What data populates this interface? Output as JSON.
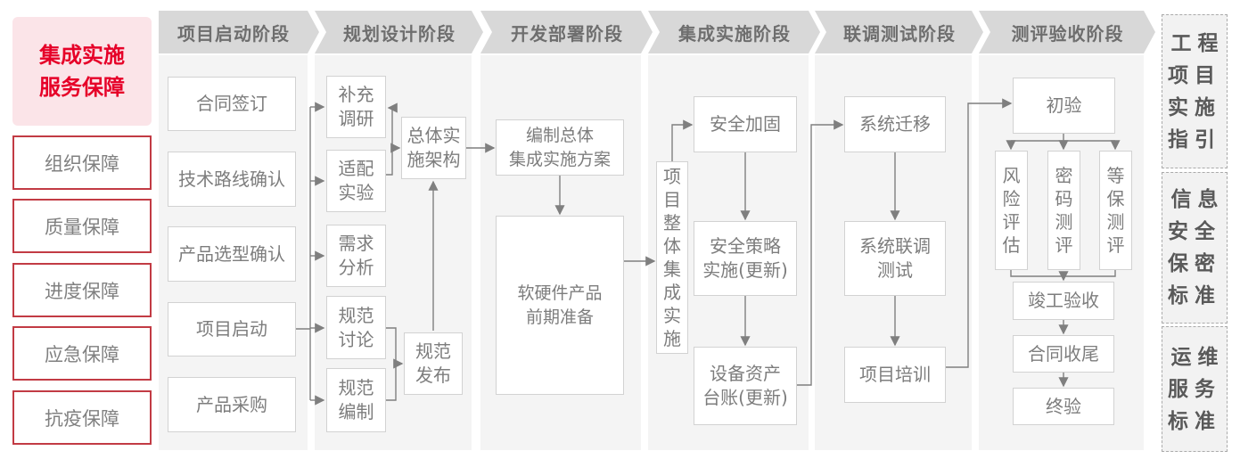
{
  "sidebar": {
    "title": "集成实施服务保障",
    "items": [
      "组织保障",
      "质量保障",
      "进度保障",
      "应急保障",
      "抗疫保障"
    ]
  },
  "phases": [
    "项目启动阶段",
    "规划设计阶段",
    "开发部署阶段",
    "集成实施阶段",
    "联调测试阶段",
    "测评验收阶段"
  ],
  "nodes": {
    "contract_signing": "合同签订",
    "tech_route_confirm": "技术路线确认",
    "product_selection_confirm": "产品选型确认",
    "project_kickoff": "项目启动",
    "product_procurement": "产品采购",
    "supplementary_research": "补充调研",
    "adaptation_experiment": "适配实验",
    "requirement_analysis": "需求分析",
    "spec_discussion": "规范讨论",
    "spec_drafting": "规范编制",
    "overall_impl_architecture": "总体实施架构",
    "spec_release": "规范发布",
    "overall_integration_plan": "编制总体\n集成实施方案",
    "hw_sw_product_prep": "软硬件产品\n前期准备",
    "project_overall_integration": "项目整体集成实施",
    "security_hardening": "安全加固",
    "security_policy_impl": "安全策略\n实施(更新)",
    "asset_ledger_update": "设备资产\n台账(更新)",
    "system_migration": "系统迁移",
    "system_joint_debug_test": "系统联调\n测试",
    "project_training": "项目培训",
    "initial_acceptance": "初验",
    "risk_assessment": "风险评估",
    "crypto_evaluation": "密码测评",
    "mlps_evaluation": "等保测评",
    "completion_acceptance": "竣工验收",
    "contract_closure": "合同收尾",
    "final_acceptance": "终验"
  },
  "standards": [
    "工程项目实施指引",
    "信息安全保密标准",
    "运维服务标准"
  ],
  "colors": {
    "accent_red": "#e60028",
    "sidebar_border_red": "#c23b44",
    "pink_bg": "#fbe4e8",
    "header_gray": "#d8d8d8",
    "column_gray": "#f4f4f4",
    "box_border": "#d2d2d2",
    "text_gray": "#7d7d7d",
    "line_gray": "#7f7f7f"
  }
}
